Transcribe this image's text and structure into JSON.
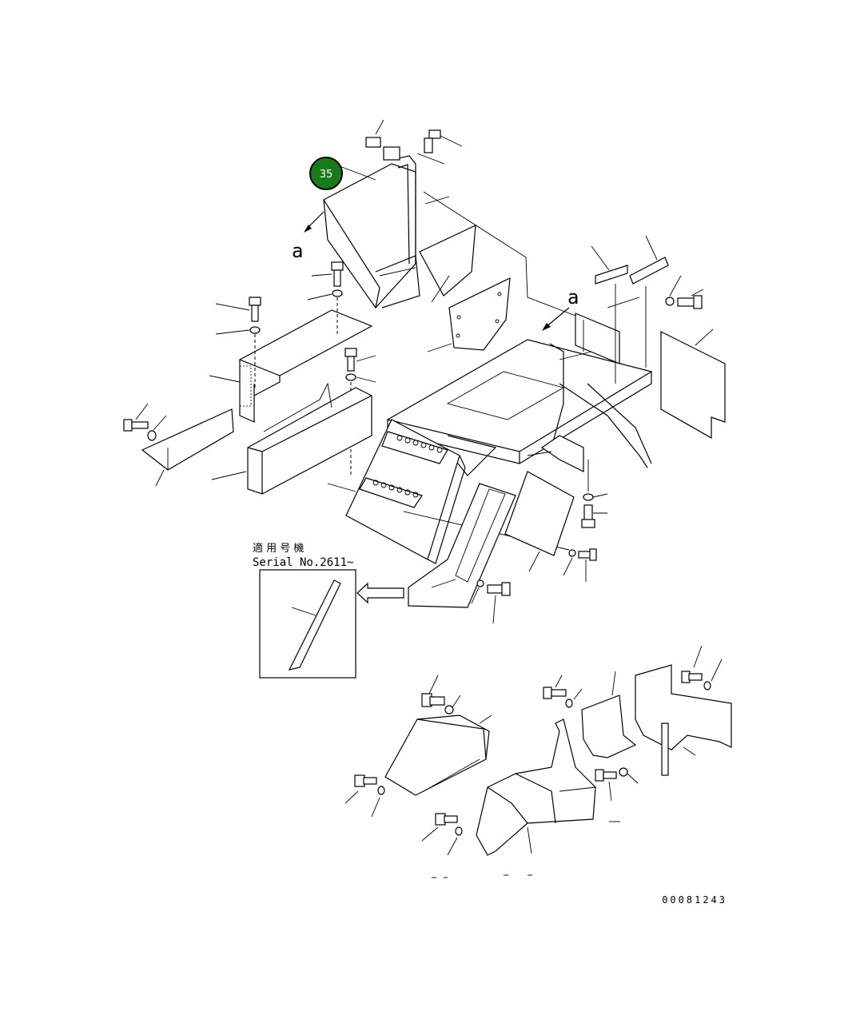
{
  "diagram": {
    "callout": {
      "label": "35",
      "color": "#1a7a1a",
      "ring_color": "#000000"
    },
    "view_marks": [
      "a",
      "a"
    ],
    "serial_note": {
      "line1": "適 用 号 機",
      "line2": "Serial No.2611~"
    },
    "drawing_number": "00081243"
  }
}
